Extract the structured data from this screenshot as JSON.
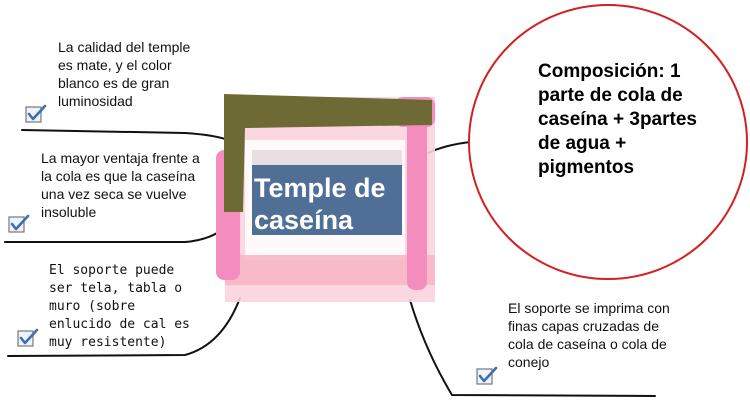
{
  "central": {
    "title": "Temple de caseína"
  },
  "composition": {
    "text": "Composición: 1 parte de cola de caseína + 3partes de agua + pigmentos"
  },
  "topics": [
    {
      "text": "La calidad del temple es mate, y el color blanco es de gran luminosidad"
    },
    {
      "text": "La mayor ventaja frente a la cola es que la caseína una vez seca se vuelve insoluble"
    },
    {
      "text": "El soporte puede ser tela, tabla o muro (sobre enlucido de cal es muy resistente)"
    },
    {
      "text": "El soporte se imprima con finas capas cruzadas de cola de caseína o cola de conejo"
    }
  ],
  "colors": {
    "pink": "#f48dbd",
    "olive": "#6e6a35",
    "circle": "#d32020",
    "title_box": "#4f6f97",
    "check": "#3d6fae"
  }
}
